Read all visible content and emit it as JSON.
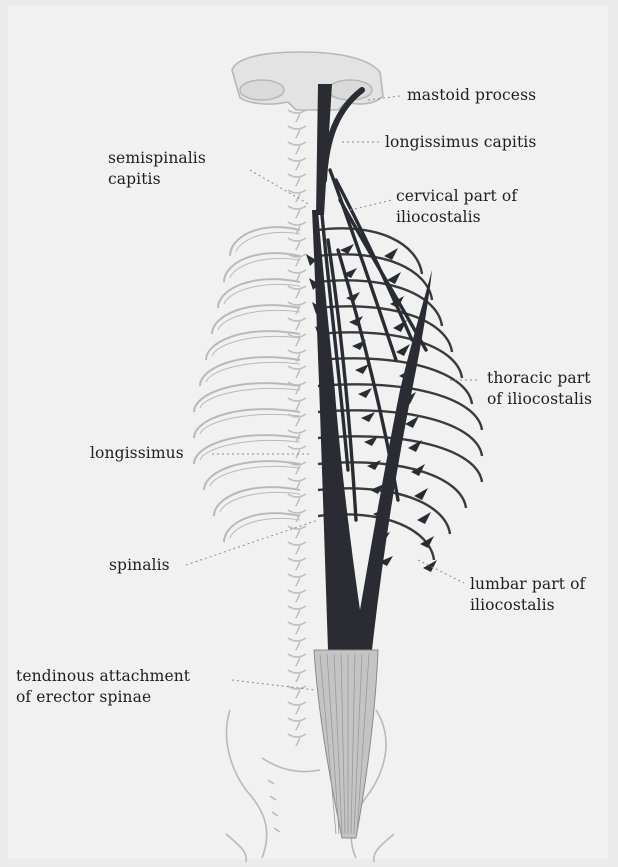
{
  "figure": {
    "labels": {
      "mastoid_process": "mastoid process",
      "longissimus_capitis": "longissimus capitis",
      "semispinalis_capitis": "semispinalis\ncapitis",
      "cervical_iliocostalis": "cervical part of\niliocostalis",
      "thoracic_iliocostalis": "thoracic part\nof iliocostalis",
      "longissimus": "longissimus",
      "spinalis": "spinalis",
      "lumbar_iliocostalis": "lumbar part of\niliocostalis",
      "tendinous_attachment": "tendinous attachment\nof erector spinae"
    },
    "colors": {
      "background": "#ebebeb",
      "panel": "#f1f1f1",
      "bone_outline": "#b4b4b4",
      "muscle": "#2b2b34",
      "tendon": "#b9b9b9",
      "leader_line": "#8a8a8a"
    }
  }
}
